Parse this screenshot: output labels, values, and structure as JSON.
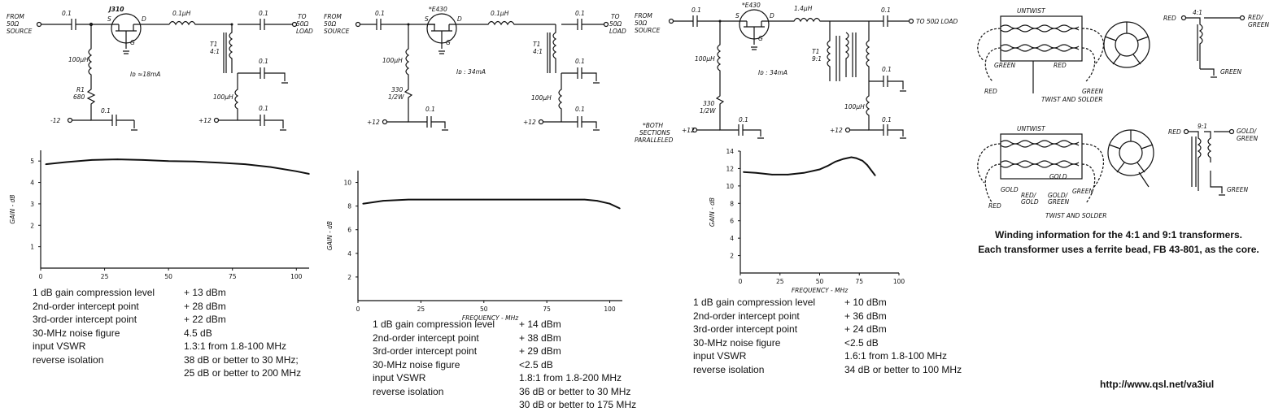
{
  "schematics": [
    {
      "labels": {
        "source": [
          "FROM",
          "50Ω",
          "SOURCE"
        ],
        "fet": "J310",
        "ind": "0.1μH",
        "c1": "0.1",
        "c2": "0.1",
        "c3": "0.1",
        "c4": "0.1",
        "c5": "0.1",
        "choke": "100μH",
        "r": [
          "R1",
          "680"
        ],
        "xfmr": [
          "T1",
          "4:1"
        ],
        "choke2": "100μH",
        "id": "Iᴅ ≈18mA",
        "neg": "-12",
        "pos": "+12",
        "load": [
          "TO",
          "50Ω",
          "LOAD"
        ],
        "s": "S",
        "d": "D",
        "g": "G"
      }
    },
    {
      "labels": {
        "source": [
          "FROM",
          "50Ω",
          "SOURCE"
        ],
        "fet": "*E430",
        "ind": "0.1μH",
        "c1": "0.1",
        "c2": "0.1",
        "c3": "0.1",
        "c4": "0.1",
        "c5": "0.1",
        "choke": "100μH",
        "r": [
          "330",
          "1/2W"
        ],
        "xfmr": [
          "T1",
          "4:1"
        ],
        "choke2": "100μH",
        "id": "Iᴅ : 34mA",
        "neg": "+12",
        "pos": "+12",
        "load": [
          "TO",
          "50Ω",
          "LOAD"
        ],
        "s": "S",
        "d": "D",
        "g": "G"
      }
    },
    {
      "labels": {
        "source": [
          "FROM",
          "50Ω",
          "SOURCE"
        ],
        "fet": "*E430",
        "ind": "1.4μH",
        "c1": "0.1",
        "c2": "0.1",
        "c3": "0.1",
        "c4": "0.1",
        "c5": "0.1",
        "choke": "100μH",
        "r": [
          "330",
          "1/2W"
        ],
        "xfmr": [
          "T1",
          "9:1"
        ],
        "choke2": "100μH",
        "id": "Iᴅ : 34mA",
        "neg": "+12",
        "pos": "+12",
        "load": "TO 50Ω LOAD",
        "s": "S",
        "d": "D",
        "g": "G",
        "note": [
          "*BOTH",
          "SECTIONS",
          "PARALLELED"
        ]
      }
    }
  ],
  "chart_data": [
    {
      "type": "line",
      "ylabel": "GAIN - dB",
      "xlabel": "",
      "xlim": [
        0,
        105
      ],
      "ylim": [
        0,
        5.5
      ],
      "xticks": [
        "0",
        "25",
        "50",
        "75",
        "100"
      ],
      "yticks": [
        "1",
        "2",
        "3",
        "4",
        "5"
      ],
      "x": [
        2,
        10,
        20,
        30,
        40,
        50,
        60,
        70,
        80,
        90,
        100,
        105
      ],
      "y": [
        4.85,
        4.95,
        5.05,
        5.08,
        5.05,
        5.0,
        4.98,
        4.92,
        4.85,
        4.72,
        4.52,
        4.4
      ]
    },
    {
      "type": "line",
      "ylabel": "GAIN - dB",
      "xlabel": "FREQUENCY - MHz",
      "xlim": [
        0,
        105
      ],
      "ylim": [
        0,
        11
      ],
      "xticks": [
        "0",
        "25",
        "50",
        "75",
        "100"
      ],
      "yticks": [
        "2",
        "4",
        "6",
        "8",
        "10"
      ],
      "x": [
        2,
        10,
        20,
        30,
        40,
        50,
        60,
        70,
        80,
        90,
        95,
        100,
        104
      ],
      "y": [
        8.2,
        8.45,
        8.55,
        8.55,
        8.55,
        8.55,
        8.55,
        8.55,
        8.55,
        8.55,
        8.45,
        8.2,
        7.8
      ]
    },
    {
      "type": "line",
      "ylabel": "GAIN - dB",
      "xlabel": "FREQUENCY - MHz",
      "xlim": [
        0,
        100
      ],
      "ylim": [
        0,
        14
      ],
      "xticks": [
        "0",
        "25",
        "50",
        "75",
        "100"
      ],
      "yticks": [
        "2",
        "4",
        "6",
        "8",
        "10",
        "12",
        "14"
      ],
      "x": [
        2,
        10,
        20,
        30,
        40,
        50,
        55,
        60,
        65,
        70,
        73,
        77,
        80,
        85
      ],
      "y": [
        11.6,
        11.5,
        11.3,
        11.3,
        11.5,
        11.9,
        12.3,
        12.8,
        13.1,
        13.3,
        13.2,
        12.9,
        12.4,
        11.2
      ]
    }
  ],
  "specs": [
    {
      "rows": [
        {
          "k": "1 dB gain compression level",
          "v": "+ 13 dBm"
        },
        {
          "k": "2nd-order intercept point",
          "v": "+ 28 dBm"
        },
        {
          "k": "3rd-order intercept point",
          "v": "+ 22 dBm"
        },
        {
          "k": "30-MHz noise figure",
          "v": "4.5 dB"
        },
        {
          "k": "input VSWR",
          "v": "1.3:1 from 1.8-100 MHz"
        },
        {
          "k": "reverse isolation",
          "v": "38 dB or better to 30 MHz;"
        },
        {
          "k": "",
          "v": "25 dB or better to 200 MHz"
        }
      ]
    },
    {
      "rows": [
        {
          "k": "1 dB gain compression level",
          "v": "+ 14 dBm"
        },
        {
          "k": "2nd-order intercept point",
          "v": "+ 38 dBm"
        },
        {
          "k": "3rd-order intercept point",
          "v": "+ 29 dBm"
        },
        {
          "k": "30-MHz noise figure",
          "v": "<2.5 dB"
        },
        {
          "k": "input VSWR",
          "v": "1.8:1 from 1.8-200 MHz"
        },
        {
          "k": "reverse isolation",
          "v": "36 dB or better to 30 MHz"
        },
        {
          "k": "",
          "v": "30 dB or better to 175 MHz"
        }
      ]
    },
    {
      "rows": [
        {
          "k": "1 dB gain compression level",
          "v": "+ 10 dBm"
        },
        {
          "k": "2nd-order intercept point",
          "v": "+ 36 dBm"
        },
        {
          "k": "3rd-order intercept point",
          "v": "+ 24 dBm"
        },
        {
          "k": "30-MHz noise figure",
          "v": "<2.5 dB"
        },
        {
          "k": "input VSWR",
          "v": "1.6:1 from 1.8-100 MHz"
        },
        {
          "k": "reverse isolation",
          "v": "34 dB or better to 100 MHz"
        }
      ]
    }
  ],
  "winding": {
    "top": {
      "untwist": "UNTWIST",
      "green": "GREEN",
      "red": "RED",
      "red2": "RED",
      "green2": "GREEN",
      "twist": "TWIST AND SOLDER",
      "ratio": "4:1",
      "in": "RED",
      "out": [
        "RED/",
        "GREEN"
      ],
      "gnd": "GREEN"
    },
    "bot": {
      "untwist": "UNTWIST",
      "gold": "GOLD",
      "gold2": "GOLD",
      "red": "RED",
      "redgold": [
        "RED/",
        "GOLD"
      ],
      "goldgreen": [
        "GOLD/",
        "GREEN"
      ],
      "green": "GREEN",
      "twist": "TWIST AND SOLDER",
      "ratio": "9:1",
      "in": "RED",
      "out": [
        "GOLD/",
        "GREEN"
      ],
      "gnd": "GREEN"
    }
  },
  "caption": [
    "Winding information for the 4:1 and 9:1 transformers.",
    "Each transformer uses a ferrite bead, FB 43-801, as the core."
  ],
  "url": "http://www.qsl.net/va3iul"
}
